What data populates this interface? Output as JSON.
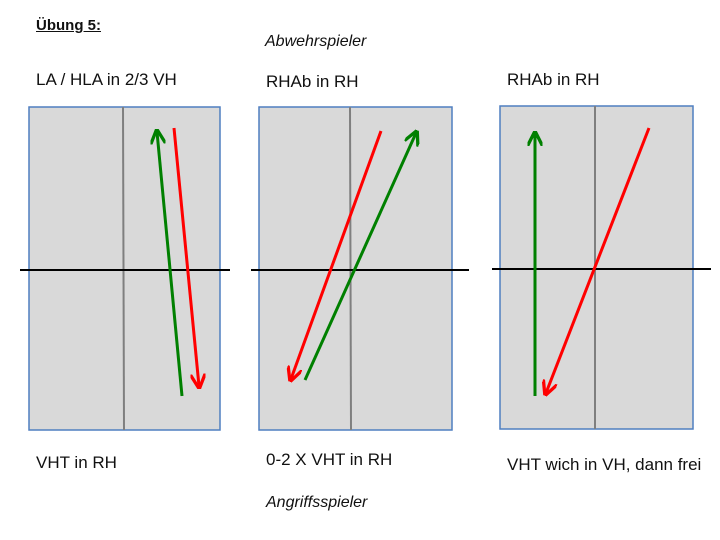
{
  "title": "Übung 5:",
  "top_role_label": "Abwehrspieler",
  "bottom_role_label": "Angriffsspieler",
  "panels": [
    {
      "top_label": "LA / HLA in 2/3 VH",
      "bottom_label": "VHT in RH"
    },
    {
      "top_label": "RHAb in RH",
      "bottom_label": "0-2 X VHT in RH"
    },
    {
      "top_label": "RHAb in RH",
      "bottom_label": "VHT wich in VH, dann frei"
    }
  ],
  "colors": {
    "field_fill": "#d9d9d9",
    "field_border": "#4f7fc0",
    "center_line": "#7f7f7f",
    "midfield_line": "#000000",
    "defender_arrow": "#ff0000",
    "attacker_arrow": "#008000"
  }
}
